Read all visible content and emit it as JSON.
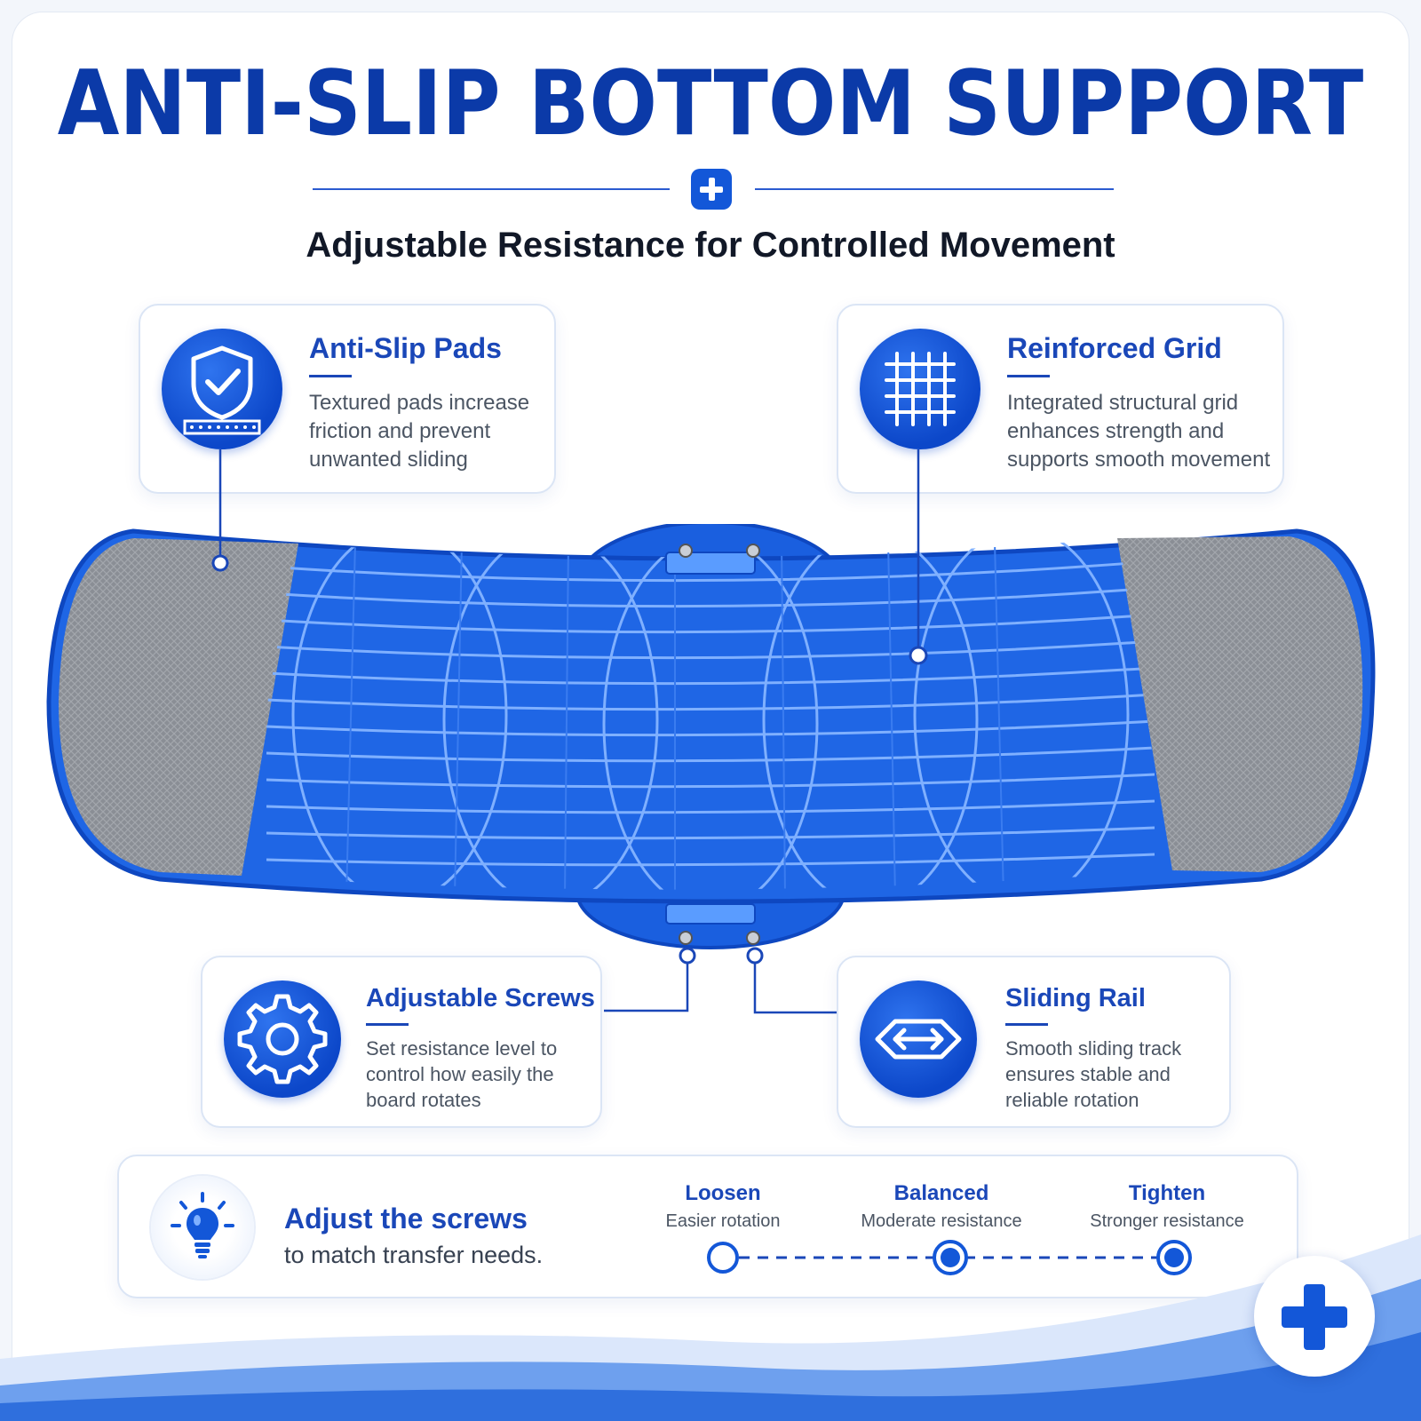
{
  "header": {
    "title": "ANTI-SLIP BOTTOM SUPPORT",
    "subtitle": "Adjustable Resistance for Controlled Movement"
  },
  "features": {
    "anti_slip": {
      "title": "Anti-Slip Pads",
      "desc": "Textured pads increase\nfriction and prevent\nunwanted sliding",
      "icon": "shield-check-icon"
    },
    "grid": {
      "title": "Reinforced Grid",
      "desc": "Integrated structural grid\nenhances strength and\nsupports smooth movement",
      "icon": "grid-icon"
    },
    "screws": {
      "title": "Adjustable Screws",
      "desc": "Set resistance level to\ncontrol how easily the\nboard rotates",
      "icon": "gear-icon"
    },
    "rail": {
      "title": "Sliding Rail",
      "desc": "Smooth sliding track\nensures stable and\nreliable rotation",
      "icon": "double-arrow-icon"
    }
  },
  "tip": {
    "title": "Adjust the screws",
    "subtitle": "to match transfer needs.",
    "icon": "lightbulb-icon"
  },
  "levels": [
    {
      "name": "Loosen",
      "desc": "Easier rotation"
    },
    {
      "name": "Balanced",
      "desc": "Moderate resistance"
    },
    {
      "name": "Tighten",
      "desc": "Stronger resistance"
    }
  ],
  "colors": {
    "brand": "#0b3aa8",
    "accent": "#1357d8",
    "board": "#1f66e5",
    "pad": "#8a8e95"
  }
}
